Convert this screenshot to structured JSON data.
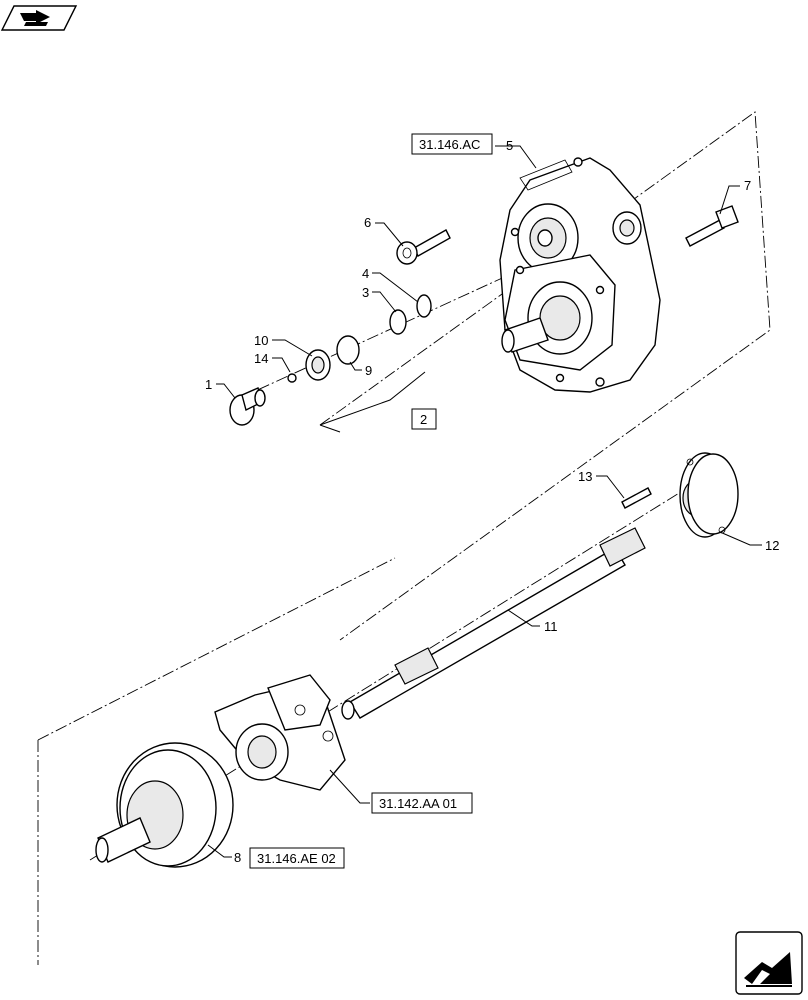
{
  "diagram": {
    "part_labels": {
      "p1": "1",
      "p2": "2",
      "p3": "3",
      "p4": "4",
      "p5": "5",
      "p6": "6",
      "p7": "7",
      "p8": "8",
      "p9": "9",
      "p10": "10",
      "p11": "11",
      "p12": "12",
      "p13": "13",
      "p14": "14"
    },
    "references": {
      "gearbox": "31.146.AC",
      "pto_housing": "31.142.AA 01",
      "clutch": "31.146.AE 02"
    },
    "icons": {
      "top_left": "previous-page-arrow-icon",
      "bottom_right": "next-page-arrow-icon"
    }
  }
}
